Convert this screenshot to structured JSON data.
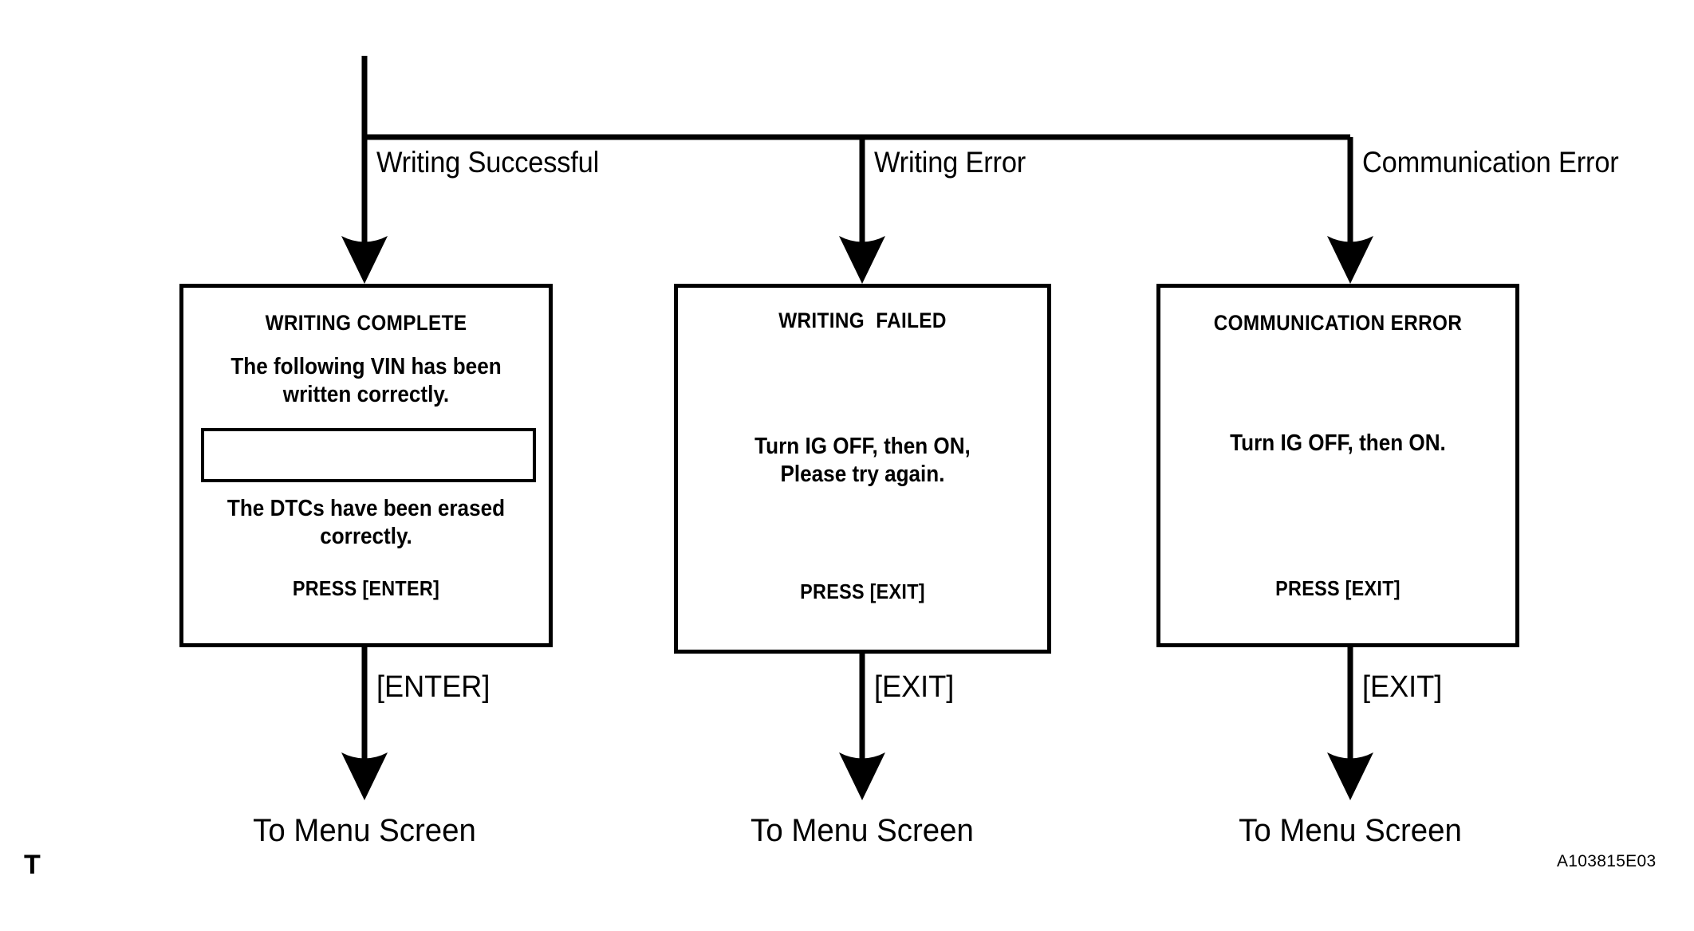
{
  "figure": {
    "corner_mark": "T",
    "reference_code": "A103815E03"
  },
  "branches": [
    {
      "condition_label": "Writing Successful"
    },
    {
      "condition_label": "Writing Error"
    },
    {
      "condition_label": "Communication Error"
    }
  ],
  "screens": [
    {
      "title": "WRITING COMPLETE",
      "body_top": "The following VIN has been\nwritten correctly.",
      "has_vin_field": true,
      "vin_field_value": "",
      "body_bottom": "The DTCs have been erased\ncorrectly.",
      "prompt": "PRESS [ENTER]",
      "exit_key_label": "[ENTER]",
      "terminal_label": "To Menu Screen"
    },
    {
      "title": "WRITING  FAILED",
      "body_top": "",
      "has_vin_field": false,
      "vin_field_value": "",
      "body_bottom": "Turn IG OFF, then ON,\nPlease try again.",
      "prompt": "PRESS [EXIT]",
      "exit_key_label": "[EXIT]",
      "terminal_label": "To Menu Screen"
    },
    {
      "title": "COMMUNICATION ERROR",
      "body_top": "",
      "has_vin_field": false,
      "vin_field_value": "",
      "body_bottom": "Turn IG OFF, then ON.",
      "prompt": "PRESS [EXIT]",
      "exit_key_label": "[EXIT]",
      "terminal_label": "To Menu Screen"
    }
  ],
  "colors": {
    "ink": "#000000",
    "paper": "#ffffff"
  }
}
